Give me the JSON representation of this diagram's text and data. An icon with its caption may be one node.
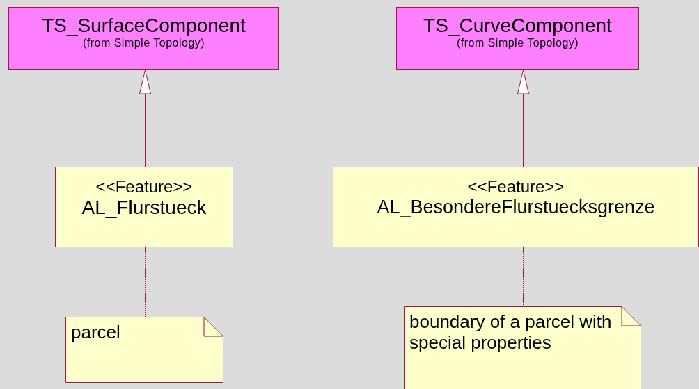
{
  "diagram": {
    "nodes": [
      {
        "text": [
          "TS_SurfaceComponent",
          "(from Simple Topology)"
        ]
      },
      {
        "text": [
          "TS_CurveComponent",
          "(from Simple Topology)"
        ]
      },
      {
        "text": [
          "<<Feature>>",
          "AL_Flurstueck"
        ]
      },
      {
        "text": [
          "<<Feature>>",
          "AL_BesondereFlurstuecksgrenze"
        ]
      },
      {
        "text": [
          "parcel"
        ]
      },
      {
        "text": [
          "boundary of a parcel with special properties"
        ]
      }
    ],
    "edges": [
      {
        "from": 2,
        "to": 0,
        "arrow": "to"
      },
      {
        "from": 3,
        "to": 1,
        "arrow": "to"
      },
      {
        "from": 2,
        "to": 4,
        "arrow": "none",
        "style": "dashed"
      },
      {
        "from": 3,
        "to": 5,
        "arrow": "none",
        "style": "dashed"
      }
    ]
  }
}
